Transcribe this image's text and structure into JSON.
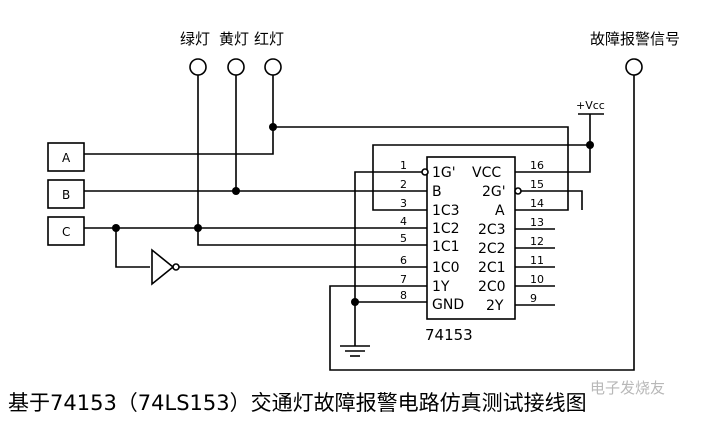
{
  "lamps": {
    "green": "绿灯",
    "yellow": "黄灯",
    "red": "红灯",
    "fault": "故障报警信号"
  },
  "vcc_label": "+Vcc",
  "inputs": {
    "a": "A",
    "b": "B",
    "c": "C"
  },
  "chip": {
    "name": "74153",
    "left_pins": [
      {
        "num": "1",
        "label": "1G'"
      },
      {
        "num": "2",
        "label": "B"
      },
      {
        "num": "3",
        "label": "1C3"
      },
      {
        "num": "4",
        "label": "1C2"
      },
      {
        "num": "5",
        "label": "1C1"
      },
      {
        "num": "6",
        "label": "1C0"
      },
      {
        "num": "7",
        "label": "1Y"
      },
      {
        "num": "8",
        "label": "GND"
      }
    ],
    "right_pins": [
      {
        "num": "16",
        "label": "VCC"
      },
      {
        "num": "15",
        "label": "2G'"
      },
      {
        "num": "14",
        "label": "A"
      },
      {
        "num": "13",
        "label": "2C3"
      },
      {
        "num": "12",
        "label": "2C2"
      },
      {
        "num": "11",
        "label": "2C1"
      },
      {
        "num": "10",
        "label": "2C0"
      },
      {
        "num": "9",
        "label": "2Y"
      }
    ]
  },
  "caption": "基于74153（74LS153）交通灯故障报警电路仿真测试接线图",
  "watermark": "电子发烧友"
}
